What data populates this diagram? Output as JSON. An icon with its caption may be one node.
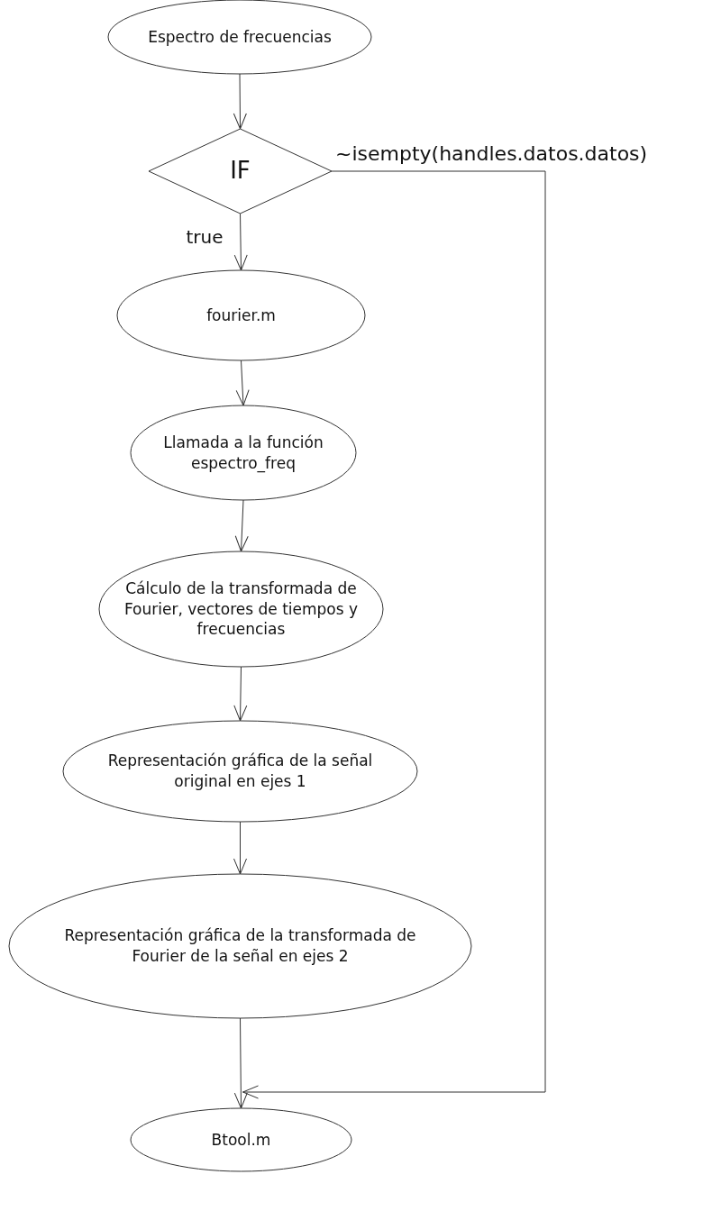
{
  "diagram": {
    "nodes": [
      {
        "text": [
          "Espectro de frecuencias"
        ]
      },
      {
        "text": [
          "IF"
        ]
      },
      {
        "text": [
          "fourier.m"
        ]
      },
      {
        "text": [
          "Llamada a la función espectro_freq"
        ]
      },
      {
        "text": [
          "Cálculo de la transformada de Fourier, vectores de tiempos y frecuencias"
        ]
      },
      {
        "text": [
          "Representación gráfica de la señal original en ejes 1"
        ]
      },
      {
        "text": [
          "Representación gráfica de la transformada de Fourier de la señal en ejes 2"
        ]
      },
      {
        "text": [
          "Btool.m"
        ]
      }
    ],
    "edges": [
      {
        "from": 0,
        "to": 1,
        "arrow": "to"
      },
      {
        "from": 1,
        "to": 2,
        "arrow": "to",
        "label": "true"
      },
      {
        "from": 2,
        "to": 3,
        "arrow": "to"
      },
      {
        "from": 3,
        "to": 4,
        "arrow": "to"
      },
      {
        "from": 4,
        "to": 5,
        "arrow": "to"
      },
      {
        "from": 5,
        "to": 6,
        "arrow": "to"
      },
      {
        "from": 6,
        "to": 7,
        "arrow": "to"
      },
      {
        "from": 1,
        "to": 7,
        "arrow": "to",
        "label": "~isempty(handles.datos.datos)"
      }
    ]
  }
}
